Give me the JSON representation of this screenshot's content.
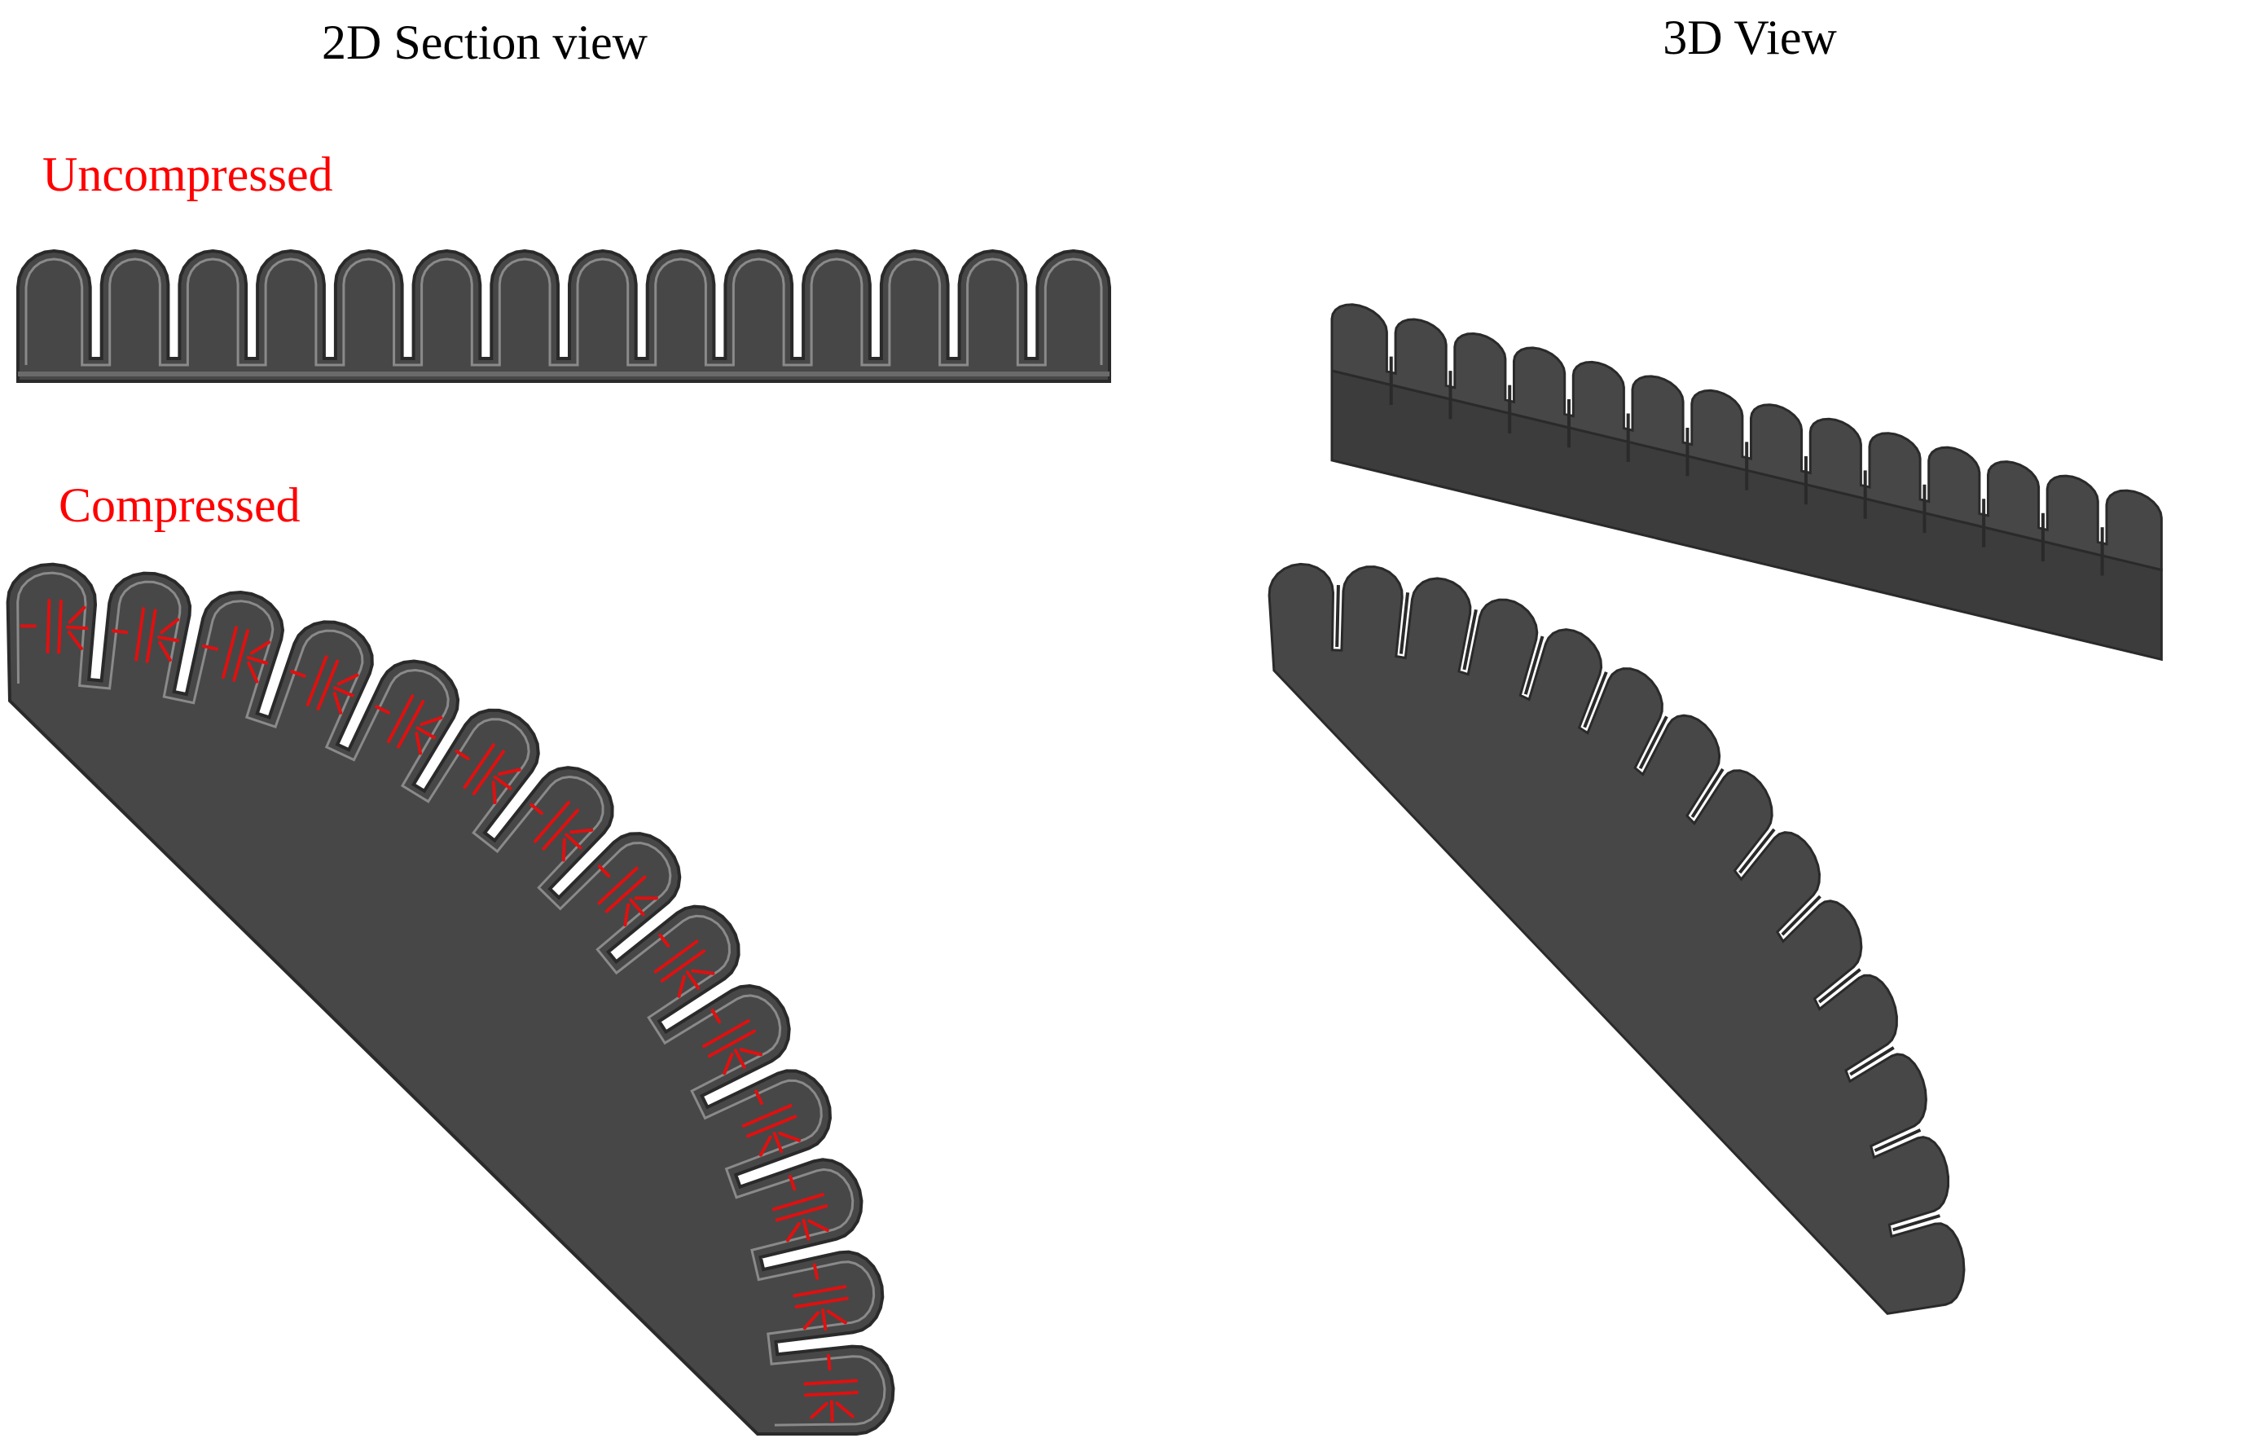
{
  "headings": {
    "left": "2D Section view",
    "right": "3D View"
  },
  "labels": {
    "uncompressed": "Uncompressed",
    "compressed": "Compressed"
  },
  "diagram": {
    "chamber_count": 14,
    "colors": {
      "body": "#474747",
      "body_dark": "#3c3c3c",
      "edge": "#2a2a2a",
      "inner_line": "#8a8a8a",
      "gap": "#ffffff",
      "force_arrow": "#e01010",
      "label_red": "#ff0000"
    }
  }
}
